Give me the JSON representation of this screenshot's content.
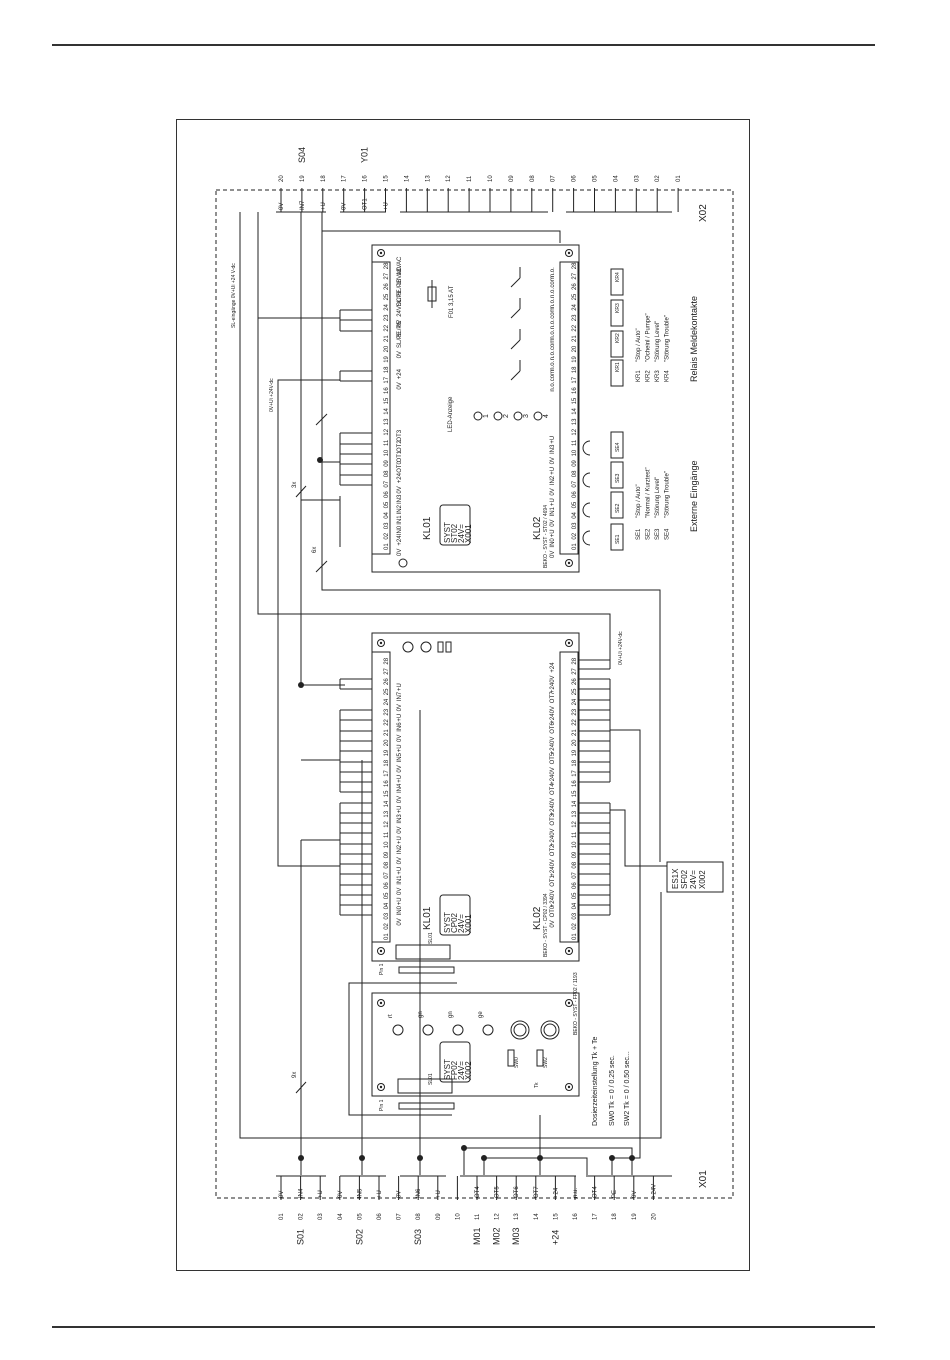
{
  "top_connectors": {
    "x02_label": "X02",
    "pins": [
      "20",
      "19",
      "18",
      "17",
      "16",
      "15",
      "14",
      "13",
      "12",
      "11",
      "10",
      "09",
      "08",
      "07",
      "06",
      "05",
      "04",
      "03",
      "02",
      "01"
    ],
    "signals": {
      "20": "0V",
      "19": "IN7",
      "18": "+U",
      "17": "0V",
      "16": "OT1",
      "15": "+U"
    },
    "group_labels": [
      {
        "label": "S04",
        "pin": "19"
      },
      {
        "label": "Y01",
        "pin": "16"
      }
    ]
  },
  "bottom_connectors": {
    "x01_label": "X01",
    "pins": [
      "01",
      "02",
      "03",
      "04",
      "05",
      "06",
      "07",
      "08",
      "09",
      "10",
      "11",
      "12",
      "13",
      "14",
      "15",
      "16",
      "17",
      "18",
      "19",
      "20"
    ],
    "signals": {
      "01": "0V",
      "02": "IN4",
      "03": "+U",
      "04": "0V",
      "05": "IN5",
      "06": "+U",
      "07": "0V",
      "08": "IN6",
      "09": "+U",
      "11": "OT4",
      "12": "OT5",
      "13": "OT6",
      "14": "OT7",
      "15": "+24",
      "16": "n.u.",
      "17": "OT4",
      "18": "PE",
      "19": "0V",
      "20": "+24V"
    },
    "group_labels": [
      {
        "label": "S01",
        "pin": "02"
      },
      {
        "label": "S02",
        "pin": "05"
      },
      {
        "label": "S03",
        "pin": "08"
      },
      {
        "label": "M01",
        "pin": "11"
      },
      {
        "label": "M02",
        "pin": "12"
      },
      {
        "label": "M03",
        "pin": "13"
      },
      {
        "label": "+24",
        "pin": "15"
      }
    ]
  },
  "st02_board": {
    "id": [
      "SYST",
      "ST02",
      "24V=",
      "X001"
    ],
    "kl01": "KL01",
    "kl02": "KL02",
    "footer": "BEKO - SYST - ST02 / 4694",
    "fuse": "F01  3,15 AT",
    "led_title": "LED-Anzeige",
    "leds": [
      "1",
      "2",
      "3",
      "4"
    ],
    "kl01_pins": [
      "01",
      "02",
      "03",
      "04",
      "05",
      "06",
      "07",
      "08",
      "09",
      "10",
      "11",
      "12",
      "13",
      "14",
      "15",
      "16",
      "17",
      "18",
      "19",
      "20",
      "21",
      "22",
      "23",
      "24",
      "25",
      "26",
      "27",
      "28"
    ],
    "kl01_signals": [
      "0V",
      "+24",
      "IN0",
      "IN1",
      "IN2",
      "IN3",
      "0V",
      "+24",
      "OT0",
      "OT1",
      "OT2",
      "OT3",
      "",
      "",
      "",
      "",
      "0V",
      "+24",
      "",
      "0V",
      "SL/PE",
      "SL/PE",
      "0V",
      "24VDC",
      "SL/PE",
      "SL/PE",
      "18VAC",
      "18VAC"
    ],
    "kl02_pins": [
      "01",
      "02",
      "03",
      "04",
      "05",
      "06",
      "07",
      "08",
      "09",
      "10",
      "11",
      "12",
      "13",
      "14",
      "15",
      "16",
      "17",
      "18",
      "19",
      "20",
      "21",
      "22",
      "23",
      "24",
      "25",
      "26",
      "27",
      "28"
    ],
    "kl02_signals": [
      "0V",
      "IN0",
      "+U",
      "0V",
      "IN1",
      "+U",
      "0V",
      "IN2",
      "+U",
      "0V",
      "IN3",
      "+U",
      "",
      "",
      "",
      "",
      "n.o.",
      "com",
      "n.o.",
      "n.o.",
      "com",
      "n.o.",
      "n.o.",
      "com",
      "n.o.",
      "n.o.",
      "com",
      "n.o."
    ],
    "side_note_1": "SL-eingänge 0V+Ui +24 V-dc",
    "side_note_2": "0V+Ui +24V-dc"
  },
  "relay_section": {
    "title": "Relais Meldekontakte",
    "relays": [
      "KR1",
      "KR2",
      "KR3",
      "KR4"
    ],
    "descriptions": [
      {
        "code": "KR1",
        "text": "\"Stop / Auto\""
      },
      {
        "code": "KR2",
        "text": "\"Ocheinl / Pumpe\""
      },
      {
        "code": "KR3",
        "text": "\"Störung Level\""
      },
      {
        "code": "KR4",
        "text": "\"Störung Trouble\""
      }
    ]
  },
  "inputs_section": {
    "title": "Externe Eingänge",
    "inputs": [
      "SE1",
      "SE2",
      "SE3",
      "SE4"
    ],
    "descriptions": [
      {
        "code": "SE1",
        "text": "\"Stop / Auto\""
      },
      {
        "code": "SE2",
        "text": "\"Normal / Kurztest\""
      },
      {
        "code": "SE3",
        "text": "\"Störung Level\""
      },
      {
        "code": "SE4",
        "text": "\"Störung Trouble\""
      }
    ]
  },
  "cp02_board": {
    "id": [
      "SYST",
      "CP02",
      "24V=",
      "X001"
    ],
    "kl01": "KL01",
    "kl02": "KL02",
    "sl01": "SL01",
    "footer": "BEKO - SYST - CP02 / 3394",
    "kl01_signals": [
      "",
      "",
      "0V",
      "IN0",
      "+U",
      "0V",
      "IN1",
      "+U",
      "0V",
      "IN2",
      "+U",
      "0V",
      "IN3",
      "+U",
      "0V",
      "IN4",
      "+U",
      "0V",
      "IN5",
      "+U",
      "0V",
      "IN6",
      "+U",
      "0V",
      "IN7",
      "+U",
      "",
      ""
    ],
    "kl02_signals": [
      "",
      "",
      "0V",
      "OT0",
      "+24",
      "0V",
      "OT1",
      "+24",
      "0V",
      "OT2",
      "+24",
      "0V",
      "OT3",
      "+24",
      "0V",
      "OT4",
      "+24",
      "0V",
      "OT5",
      "+24",
      "0V",
      "OT6",
      "+24",
      "0V",
      "OT7",
      "+24",
      "0V",
      "+24"
    ],
    "side_note": "0V+Ui +24V-dc"
  },
  "es1x_box": [
    "ES1X",
    "SF02",
    "24V=",
    "X002"
  ],
  "fp02_board": {
    "id": [
      "SYST",
      "FP02",
      "24V=",
      "X002"
    ],
    "sl01": "SL01",
    "footer": "BEKO - SYST - FP02 / 1193",
    "leds": [
      "rt",
      "gn",
      "gn",
      "ge"
    ],
    "switches": [
      "SW0",
      "SW2"
    ],
    "tk": "Tk",
    "title": "Dosierzeiteinstellung Tk + Te",
    "sw0": "SW0     Tk = 0 / 0.25 sec.",
    "sw2": "SW2     Tk = 0 / 0.50 sec..."
  },
  "pin_marker": "Pin 1",
  "bundles": {
    "x3": "3x",
    "x6": "6x",
    "x9": "9x"
  }
}
